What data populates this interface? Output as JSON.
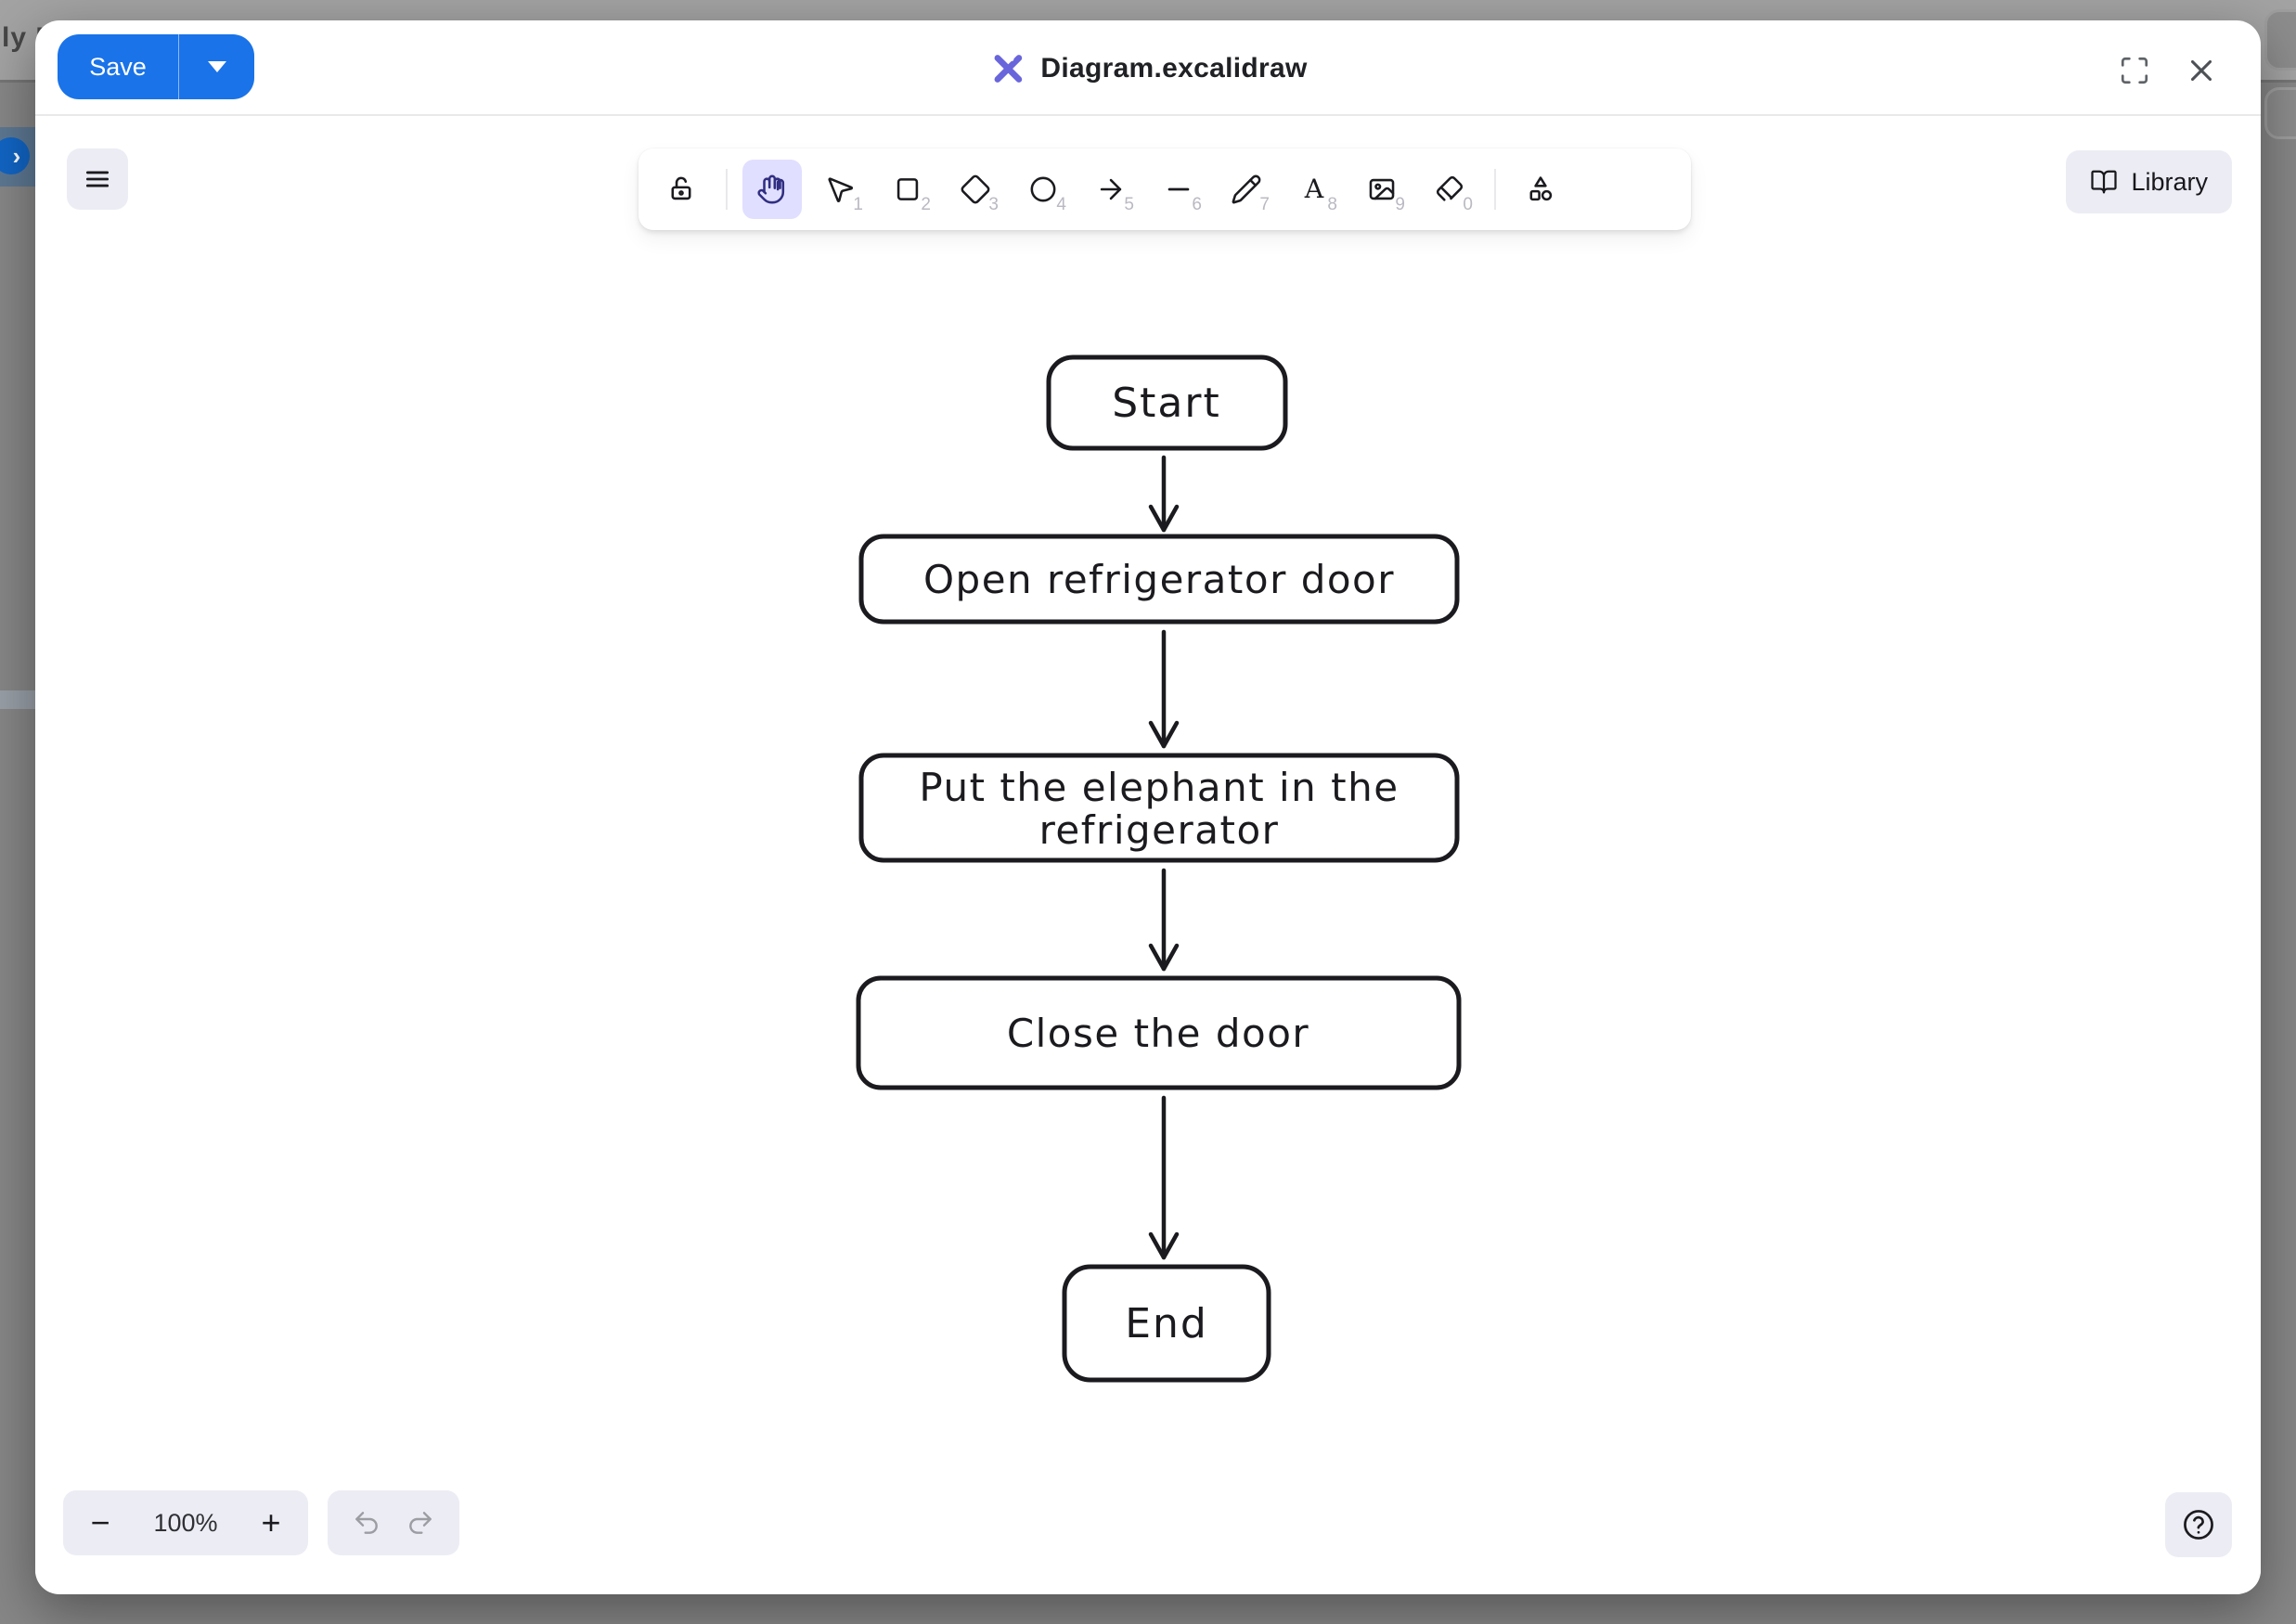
{
  "backdrop": {
    "partial_text": "ly F",
    "chevron": "›"
  },
  "titlebar": {
    "save_label": "Save",
    "document_title": "Diagram.excalidraw"
  },
  "toolbar": {
    "active_tool": "hand",
    "library_label": "Library",
    "text_tool_glyph": "A",
    "tools": [
      {
        "name": "lock",
        "shortcut": ""
      },
      {
        "name": "hand",
        "shortcut": ""
      },
      {
        "name": "selection",
        "shortcut": "1"
      },
      {
        "name": "rectangle",
        "shortcut": "2"
      },
      {
        "name": "diamond",
        "shortcut": "3"
      },
      {
        "name": "ellipse",
        "shortcut": "4"
      },
      {
        "name": "arrow",
        "shortcut": "5"
      },
      {
        "name": "line",
        "shortcut": "6"
      },
      {
        "name": "draw",
        "shortcut": "7"
      },
      {
        "name": "text",
        "shortcut": "8"
      },
      {
        "name": "image",
        "shortcut": "9"
      },
      {
        "name": "eraser",
        "shortcut": "0"
      },
      {
        "name": "more-shapes",
        "shortcut": ""
      }
    ]
  },
  "canvas": {
    "flowchart": {
      "nodes": [
        {
          "id": "start",
          "lines": [
            "Start"
          ]
        },
        {
          "id": "open",
          "lines": [
            "Open refrigerator door"
          ]
        },
        {
          "id": "put",
          "lines": [
            "Put the elephant in the",
            "refrigerator"
          ]
        },
        {
          "id": "close",
          "lines": [
            "Close the door"
          ]
        },
        {
          "id": "end",
          "lines": [
            "End"
          ]
        }
      ],
      "edges": [
        {
          "from": "start",
          "to": "open"
        },
        {
          "from": "open",
          "to": "put"
        },
        {
          "from": "put",
          "to": "close"
        },
        {
          "from": "close",
          "to": "end"
        }
      ]
    }
  },
  "footer": {
    "zoom_out": "−",
    "zoom_level": "100%",
    "zoom_in": "+"
  },
  "colors": {
    "accent_blue": "#1a73e8",
    "logo_purple": "#6965db",
    "selected_tool_bg": "#e0dfff",
    "selected_tool_ink": "#312e81",
    "ink": "#1b1b1f"
  }
}
